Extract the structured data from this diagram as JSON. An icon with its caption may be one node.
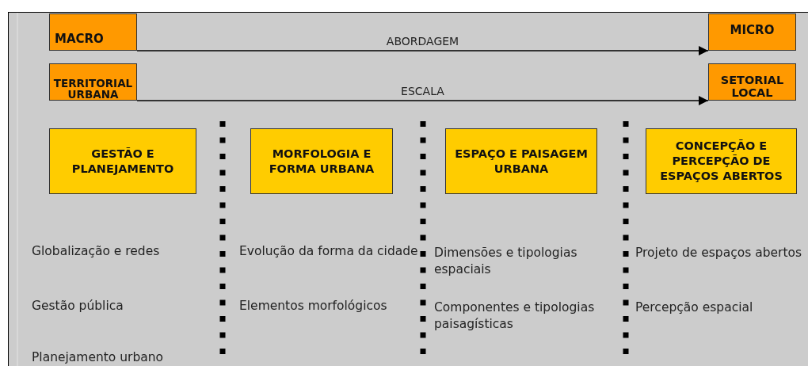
{
  "diagram": {
    "nodes": [
      {
        "text": [
          "MACRO"
        ]
      },
      {
        "text": [
          "MICRO"
        ]
      },
      {
        "text": [
          "TERRITORIAL URBANA"
        ]
      },
      {
        "text": [
          "SETORIAL LOCAL"
        ]
      },
      {
        "text": [
          "GESTÃO E PLANEJAMENTO"
        ]
      },
      {
        "text": [
          "MORFOLOGIA E FORMA URBANA"
        ]
      },
      {
        "text": [
          "ESPAÇO E PAISAGEM URBANA"
        ]
      },
      {
        "text": [
          "CONCEPÇÃO E PERCEPÇÃO DE ESPAÇOS ABERTOS"
        ]
      }
    ],
    "edges": [
      {
        "from": 0,
        "to": 1,
        "arrow": "to",
        "label": "ABORDAGEM"
      },
      {
        "from": 2,
        "to": 3,
        "arrow": "to",
        "label": "ESCALA"
      }
    ],
    "labels": [
      "Globalização e redes",
      "Evolução da forma da cidade",
      "Dimensões e tipologias espaciais",
      "Projeto de espaços abertos",
      "Gestão pública",
      "Elementos morfológicos",
      "Componentes e tipologias paisagísticas",
      "Percepção espacial",
      "Planejamento urbano"
    ]
  }
}
